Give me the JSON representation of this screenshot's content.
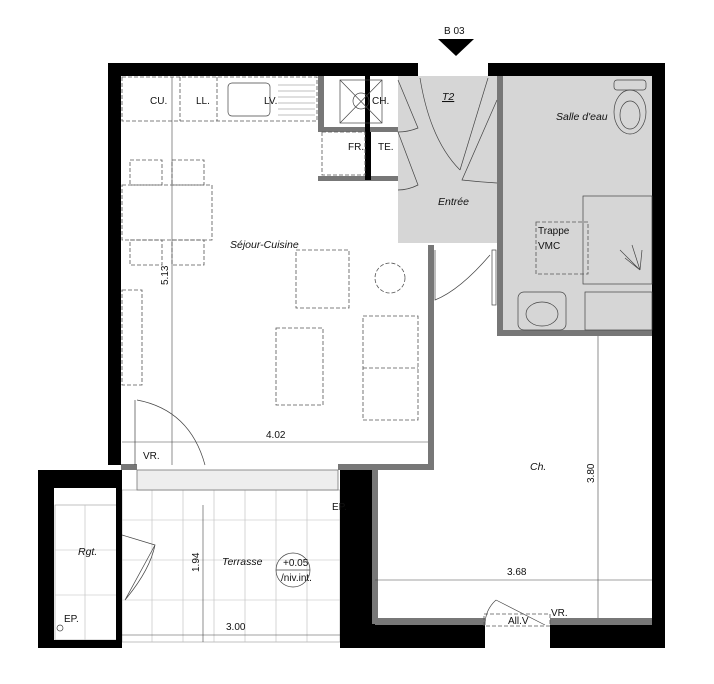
{
  "plan": {
    "lot_id": "B 03",
    "unit_type": "T2",
    "rooms": {
      "sejour": "Séjour-Cuisine",
      "entree": "Entrée",
      "salle_eau": "Salle d'eau",
      "chambre": "Ch.",
      "terrasse": "Terrasse",
      "rangement": "Rgt."
    },
    "fixtures": {
      "cu": "CU.",
      "ll": "LL.",
      "lv": "LV.",
      "ch": "CH.",
      "fr": "FR.",
      "te": "TE.",
      "trappe_line1": "Trappe",
      "trappe_line2": "VMC",
      "vr_sejour": "VR.",
      "vr_chambre": "VR.",
      "ep_terrasse": "EP.",
      "ep_rgt": "EP.",
      "allege": "All.V"
    },
    "dimensions": {
      "sejour_width": "4.02",
      "sejour_depth": "5.13",
      "chambre_width": "3.68",
      "chambre_depth": "3.80",
      "terrasse_width": "3.00",
      "terrasse_depth": "1.94"
    },
    "level_marker": {
      "value": "+0.05",
      "ref": "/niv.int."
    },
    "colors": {
      "wall": "#000000",
      "partition": "#777777",
      "wet_area": "#d6d6d6"
    }
  }
}
